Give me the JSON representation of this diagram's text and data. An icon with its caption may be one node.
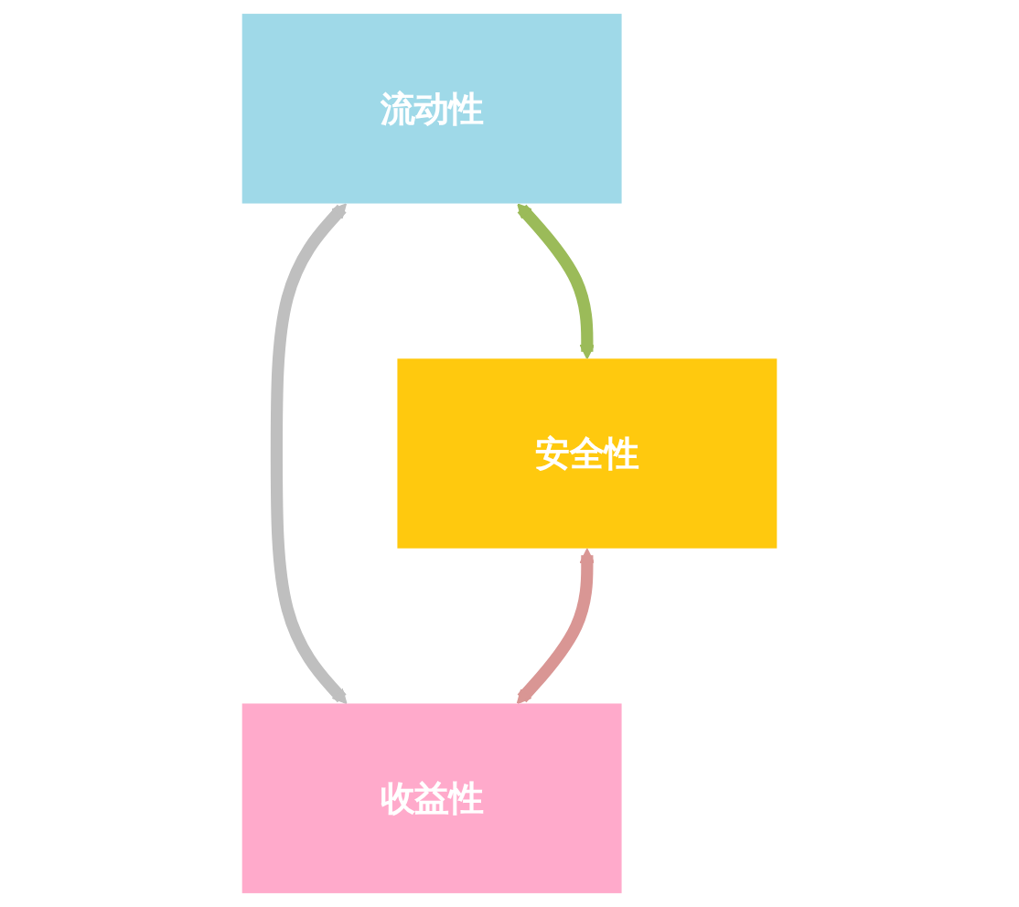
{
  "diagram": {
    "nodes": [
      {
        "text": [
          "流动性"
        ]
      },
      {
        "text": [
          "安全性"
        ]
      },
      {
        "text": [
          "收益性"
        ]
      }
    ],
    "edges": [
      {
        "from": 0,
        "to": 1,
        "arrow": "both",
        "color": "#9bbb59"
      },
      {
        "from": 0,
        "to": 2,
        "arrow": "both",
        "color": "#bfbfbf"
      },
      {
        "from": 1,
        "to": 2,
        "arrow": "both",
        "color": "#d99694"
      }
    ]
  }
}
